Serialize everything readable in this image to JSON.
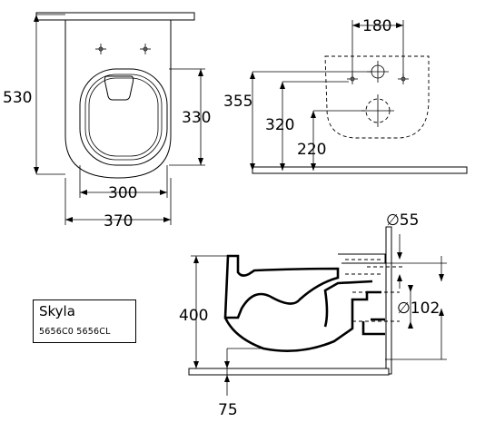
{
  "product": {
    "name": "Skyla",
    "codes": "5656C0 5656CL"
  },
  "dimensions": {
    "front_height": "530",
    "front_opening_height": "330",
    "front_opening_width": "300",
    "front_total_width": "370",
    "mount_spacing": "180",
    "mount_height": "355",
    "upper_height": "320",
    "outlet_height": "220",
    "inlet_diameter": "∅55",
    "outlet_diameter": "∅102",
    "side_height": "400",
    "side_offset": "75"
  }
}
